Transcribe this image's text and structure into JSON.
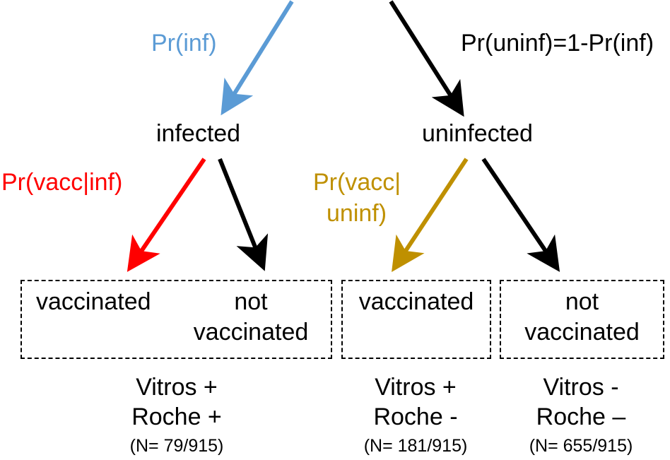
{
  "colors": {
    "inf": "#5b9bd5",
    "vacc_inf": "#ff0000",
    "vacc_uninf": "#bf9000",
    "default": "#000000"
  },
  "probabilities": {
    "inf": "Pr(inf)",
    "uninf": "Pr(uninf)=1-Pr(inf)",
    "vacc_inf": "Pr(vacc|inf)",
    "vacc_uninf_line1": "Pr(vacc|",
    "vacc_uninf_line2": "uninf)"
  },
  "nodes": {
    "infected": "infected",
    "uninfected": "uninfected"
  },
  "groups": {
    "inf_vaccinated": "vaccinated",
    "inf_not_vaccinated_line1": "not",
    "inf_not_vaccinated_line2": "vaccinated",
    "uninf_vaccinated": "vaccinated",
    "uninf_not_vaccinated_line1": "not",
    "uninf_not_vaccinated_line2": "vaccinated"
  },
  "results": {
    "group1": {
      "line1": "Vitros +",
      "line2": "Roche +",
      "count": "(N= 79/915)"
    },
    "group2": {
      "line1": "Vitros +",
      "line2": "Roche -",
      "count": "(N= 181/915)"
    },
    "group3": {
      "line1": "Vitros -",
      "line2": "Roche –",
      "count": "(N= 655/915)"
    }
  }
}
